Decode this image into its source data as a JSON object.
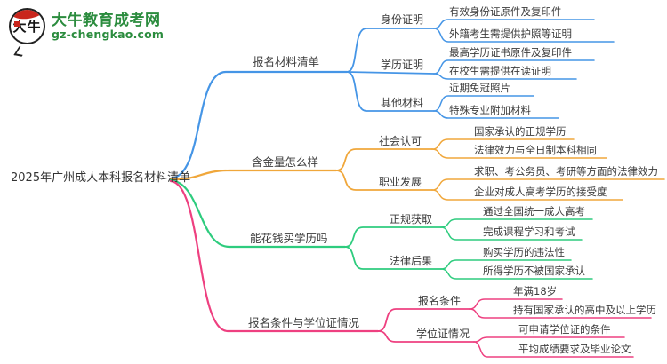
{
  "logo": {
    "title": "大牛教育成考网",
    "domain": "gz-chengkao.com",
    "icon_text": "大牛",
    "colors": {
      "green": "#2b8c3e",
      "red": "#c9251c"
    }
  },
  "mindmap": {
    "root": "2025年广州成人本科报名材料清单",
    "branches": [
      {
        "label": "报名材料清单",
        "color": "#4595e6",
        "children": [
          {
            "label": "身份证明",
            "leaves": [
              "有效身份证原件及复印件",
              "外籍考生需提供护照等证明"
            ]
          },
          {
            "label": "学历证明",
            "leaves": [
              "最高学历证书原件及复印件",
              "在校生需提供在读证明"
            ]
          },
          {
            "label": "其他材料",
            "leaves": [
              "近期免冠照片",
              "特殊专业附加材料"
            ]
          }
        ]
      },
      {
        "label": "含金量怎么样",
        "color": "#f0a73b",
        "children": [
          {
            "label": "社会认可",
            "leaves": [
              "国家承认的正规学历",
              "法律效力与全日制本科相同"
            ]
          },
          {
            "label": "职业发展",
            "leaves": [
              "求职、考公务员、考研等方面的法律效力",
              "企业对成人高考学历的接受度"
            ]
          }
        ]
      },
      {
        "label": "能花钱买学历吗",
        "color": "#2ecc7e",
        "children": [
          {
            "label": "正规获取",
            "leaves": [
              "通过全国统一成人高考",
              "完成课程学习和考试"
            ]
          },
          {
            "label": "法律后果",
            "leaves": [
              "购买学历的违法性",
              "所得学历不被国家承认"
            ]
          }
        ]
      },
      {
        "label": "报名条件与学位证情况",
        "color": "#ee4080",
        "children": [
          {
            "label": "报名条件",
            "leaves": [
              "年满18岁",
              "持有国家承认的高中及以上学历"
            ]
          },
          {
            "label": "学位证情况",
            "leaves": [
              "可申请学位证的条件",
              "平均成绩要求及毕业论文"
            ]
          }
        ]
      }
    ]
  }
}
